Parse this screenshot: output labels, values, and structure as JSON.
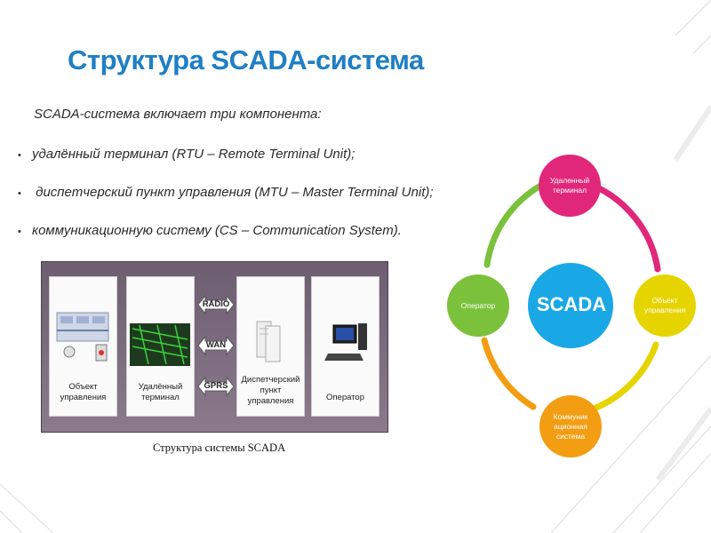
{
  "title": "Структура SCADA-система",
  "intro": "SCADA-система включает три компонента:",
  "bullets": [
    "удалённый терминал (RTU – Remote Terminal Unit);",
    " диспетчерский пункт управления (MTU – Master Terminal Unit);",
    "коммуникационную систему (CS – Communication System)."
  ],
  "bullet_glyph": "•",
  "diagram": {
    "panels": [
      {
        "line1": "Объект",
        "line2": "управления",
        "line3": ""
      },
      {
        "line1": "Удалённый",
        "line2": "терминал",
        "line3": ""
      },
      {
        "line1": "Диспетчерский",
        "line2": "пункт",
        "line3": "управления"
      },
      {
        "line1": "Оператор",
        "line2": "",
        "line3": ""
      }
    ],
    "networks": [
      "RADIO",
      "WAN",
      "GPRS"
    ]
  },
  "caption": "Структура системы SCADA",
  "cycle": {
    "center": "SCADA",
    "nodes": [
      {
        "line1": "Удаленный",
        "line2": "терминал",
        "line3": "",
        "color": "#e0277a"
      },
      {
        "line1": "Объект",
        "line2": "управления",
        "line3": "",
        "color": "#e6d400"
      },
      {
        "line1": "Коммуник",
        "line2": "ационная",
        "line3": "система",
        "color": "#f29d12"
      },
      {
        "line1": "Оператор",
        "line2": "",
        "line3": "",
        "color": "#7cc13b"
      }
    ],
    "center_color": "#1aa7e6"
  }
}
